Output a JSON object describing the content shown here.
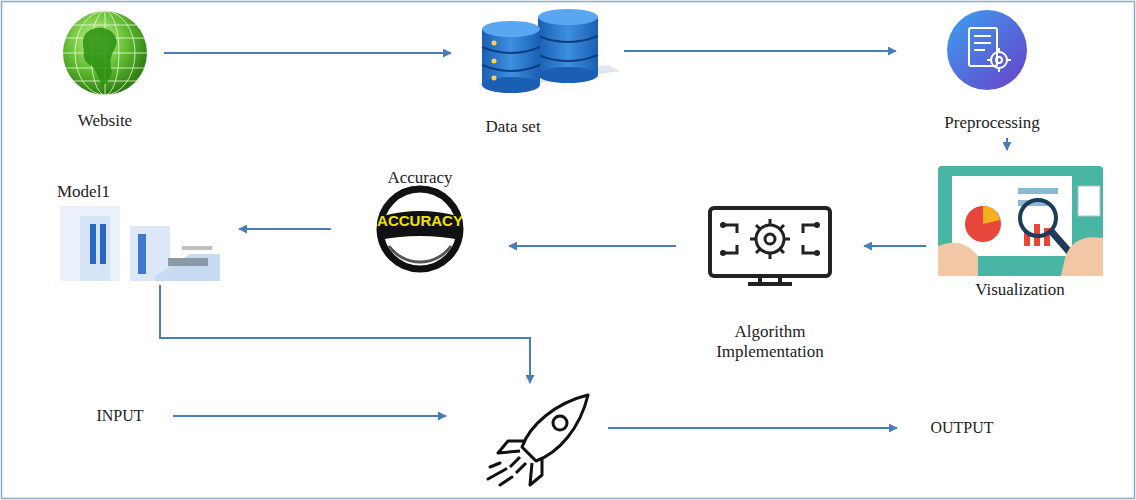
{
  "diagram": {
    "nodes": [
      {
        "text": [
          "Website"
        ]
      },
      {
        "text": [
          "Data set"
        ]
      },
      {
        "text": [
          "Preprocessing"
        ]
      },
      {
        "text": [
          "Model1"
        ]
      },
      {
        "text": [
          "Accuracy",
          "ACCURACY"
        ]
      },
      {
        "text": [
          "Visualization"
        ]
      },
      {
        "text": [
          "Algorithm Implementation"
        ]
      },
      {
        "text": [
          "INPUT"
        ]
      },
      {
        "text": []
      },
      {
        "text": [
          "OUTPUT"
        ]
      }
    ],
    "edges": [
      {
        "from": 0,
        "to": 1,
        "arrow": "to"
      },
      {
        "from": 1,
        "to": 2,
        "arrow": "to"
      },
      {
        "from": 2,
        "to": 5,
        "arrow": "to"
      },
      {
        "from": 5,
        "to": 6,
        "arrow": "to"
      },
      {
        "from": 6,
        "to": 4,
        "arrow": "to"
      },
      {
        "from": 4,
        "to": 3,
        "arrow": "to"
      },
      {
        "from": 3,
        "to": 8,
        "arrow": "to"
      },
      {
        "from": 7,
        "to": 8,
        "arrow": "to"
      },
      {
        "from": 8,
        "to": 9,
        "arrow": "to"
      }
    ]
  }
}
